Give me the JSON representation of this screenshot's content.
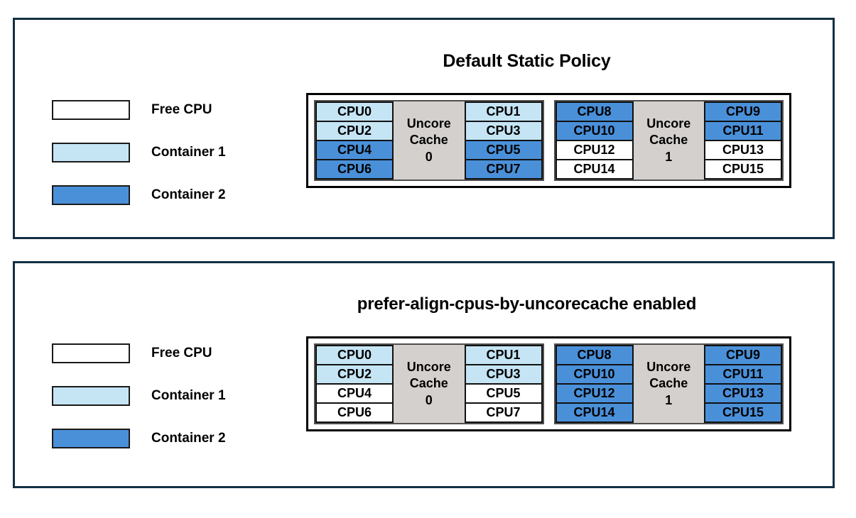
{
  "colors": {
    "panel_border": "#132f42",
    "diagram_border": "#000000",
    "group_border": "#4f4f4f",
    "cache_fill": "#d4d0cd",
    "free": "#ffffff",
    "container1": "#c5e5f5",
    "container2": "#4a90d9"
  },
  "legend": {
    "items": [
      {
        "label": "Free CPU",
        "state": "free"
      },
      {
        "label": "Container 1",
        "state": "c1"
      },
      {
        "label": "Container 2",
        "state": "c2"
      }
    ]
  },
  "panels": [
    {
      "title": "Default Static Policy",
      "groups": [
        {
          "cache_label_line1": "Uncore",
          "cache_label_line2": "Cache",
          "cache_label_line3": "0",
          "left_column": [
            {
              "label": "CPU0",
              "state": "c1"
            },
            {
              "label": "CPU2",
              "state": "c1"
            },
            {
              "label": "CPU4",
              "state": "c2"
            },
            {
              "label": "CPU6",
              "state": "c2"
            }
          ],
          "right_column": [
            {
              "label": "CPU1",
              "state": "c1"
            },
            {
              "label": "CPU3",
              "state": "c1"
            },
            {
              "label": "CPU5",
              "state": "c2"
            },
            {
              "label": "CPU7",
              "state": "c2"
            }
          ]
        },
        {
          "cache_label_line1": "Uncore",
          "cache_label_line2": "Cache",
          "cache_label_line3": "1",
          "left_column": [
            {
              "label": "CPU8",
              "state": "c2"
            },
            {
              "label": "CPU10",
              "state": "c2"
            },
            {
              "label": "CPU12",
              "state": "free"
            },
            {
              "label": "CPU14",
              "state": "free"
            }
          ],
          "right_column": [
            {
              "label": "CPU9",
              "state": "c2"
            },
            {
              "label": "CPU11",
              "state": "c2"
            },
            {
              "label": "CPU13",
              "state": "free"
            },
            {
              "label": "CPU15",
              "state": "free"
            }
          ]
        }
      ]
    },
    {
      "title": "prefer-align-cpus-by-uncorecache enabled",
      "groups": [
        {
          "cache_label_line1": "Uncore",
          "cache_label_line2": "Cache",
          "cache_label_line3": "0",
          "left_column": [
            {
              "label": "CPU0",
              "state": "c1"
            },
            {
              "label": "CPU2",
              "state": "c1"
            },
            {
              "label": "CPU4",
              "state": "free"
            },
            {
              "label": "CPU6",
              "state": "free"
            }
          ],
          "right_column": [
            {
              "label": "CPU1",
              "state": "c1"
            },
            {
              "label": "CPU3",
              "state": "c1"
            },
            {
              "label": "CPU5",
              "state": "free"
            },
            {
              "label": "CPU7",
              "state": "free"
            }
          ]
        },
        {
          "cache_label_line1": "Uncore",
          "cache_label_line2": "Cache",
          "cache_label_line3": "1",
          "left_column": [
            {
              "label": "CPU8",
              "state": "c2"
            },
            {
              "label": "CPU10",
              "state": "c2"
            },
            {
              "label": "CPU12",
              "state": "c2"
            },
            {
              "label": "CPU14",
              "state": "c2"
            }
          ],
          "right_column": [
            {
              "label": "CPU9",
              "state": "c2"
            },
            {
              "label": "CPU11",
              "state": "c2"
            },
            {
              "label": "CPU13",
              "state": "c2"
            },
            {
              "label": "CPU15",
              "state": "c2"
            }
          ]
        }
      ]
    }
  ]
}
